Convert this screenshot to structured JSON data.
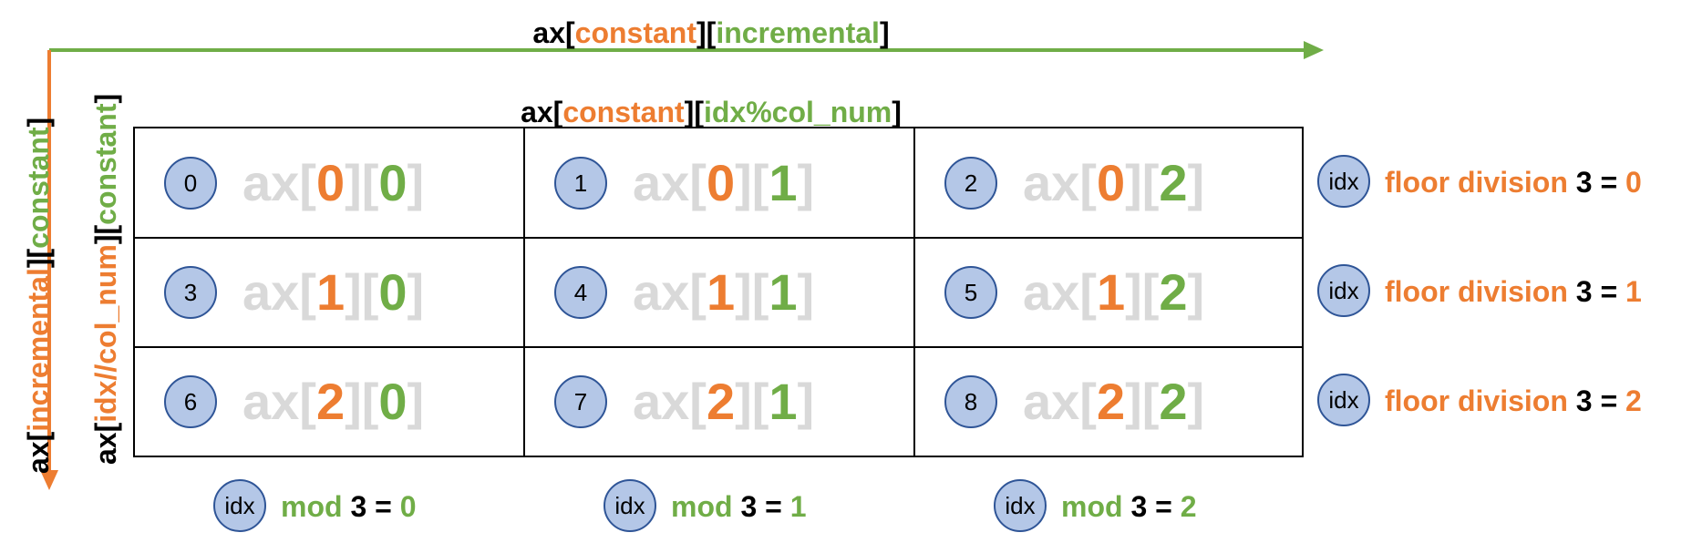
{
  "top_labels": {
    "horizontal_arrow": {
      "prefix": "ax[",
      "row_part": "constant",
      "mid": "][",
      "col_part": "incremental",
      "suffix": "]"
    },
    "formula": {
      "prefix": "ax[",
      "row_part": "constant",
      "mid": "][",
      "col_part": "idx%col_num",
      "suffix": "]"
    }
  },
  "left_labels": {
    "vertical_arrow": {
      "prefix": "ax[",
      "row_part": "incremental",
      "mid": "][",
      "col_part": "constant",
      "suffix": "]"
    },
    "formula": {
      "prefix": "ax[",
      "row_part": "idx//col_num",
      "mid": "][",
      "col_part": "constant",
      "suffix": "]"
    }
  },
  "grid": [
    {
      "idx": "0",
      "row": "0",
      "col": "0"
    },
    {
      "idx": "1",
      "row": "0",
      "col": "1"
    },
    {
      "idx": "2",
      "row": "0",
      "col": "2"
    },
    {
      "idx": "3",
      "row": "1",
      "col": "0"
    },
    {
      "idx": "4",
      "row": "1",
      "col": "1"
    },
    {
      "idx": "5",
      "row": "1",
      "col": "2"
    },
    {
      "idx": "6",
      "row": "2",
      "col": "0"
    },
    {
      "idx": "7",
      "row": "2",
      "col": "1"
    },
    {
      "idx": "8",
      "row": "2",
      "col": "2"
    }
  ],
  "ax_text": {
    "prefix": "ax[",
    "mid": "][",
    "suffix": "]"
  },
  "idx_label": "idx",
  "row_rules": [
    {
      "op": "floor division",
      "num": "3",
      "eq": "=",
      "result": "0"
    },
    {
      "op": "floor division",
      "num": "3",
      "eq": "=",
      "result": "1"
    },
    {
      "op": "floor division",
      "num": "3",
      "eq": "=",
      "result": "2"
    }
  ],
  "col_rules": [
    {
      "op": "mod",
      "num": "3",
      "eq": "=",
      "result": "0"
    },
    {
      "op": "mod",
      "num": "3",
      "eq": "=",
      "result": "1"
    },
    {
      "op": "mod",
      "num": "3",
      "eq": "=",
      "result": "2"
    }
  ],
  "colors": {
    "row": "#ED7D31",
    "col": "#70AD47",
    "circle_fill": "#B4C7E7",
    "circle_border": "#2F5597",
    "ax_gray": "#D9D9D9"
  }
}
